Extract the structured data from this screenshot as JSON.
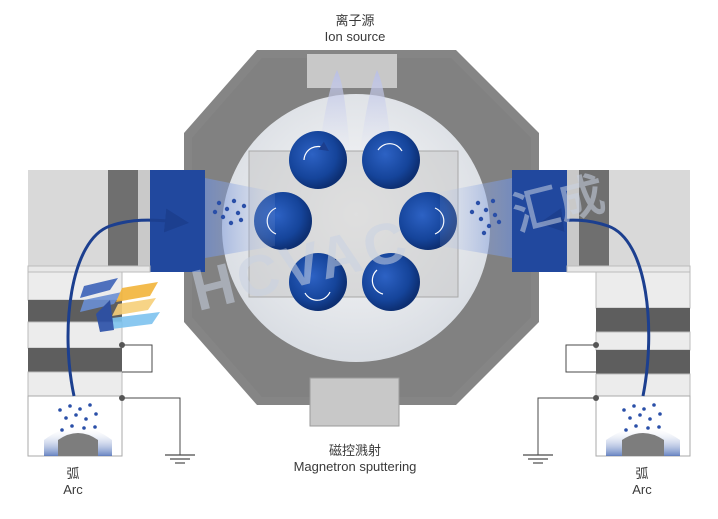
{
  "labels": {
    "ion_source": {
      "zh": "离子源",
      "en": "Ion source"
    },
    "magnetron": {
      "zh": "磁控溅射",
      "en": "Magnetron sputtering"
    },
    "arc_left": {
      "zh": "弧",
      "en": "Arc"
    },
    "arc_right": {
      "zh": "弧",
      "en": "Arc"
    }
  },
  "watermark": {
    "text": "HCVAC",
    "cn": "汇成"
  },
  "colors": {
    "chamber": "#808080",
    "chamber_inner": "#dcdcdc",
    "target_blue": "#1d4fa0",
    "plasma_blue": "#3f5fb8",
    "arc_line": "#1c3f8f",
    "cathode_gray": "#c9c9c9"
  },
  "icons": [
    "rotation-arrow-icon",
    "ground-symbol-icon",
    "hcvac-logo-icon"
  ]
}
